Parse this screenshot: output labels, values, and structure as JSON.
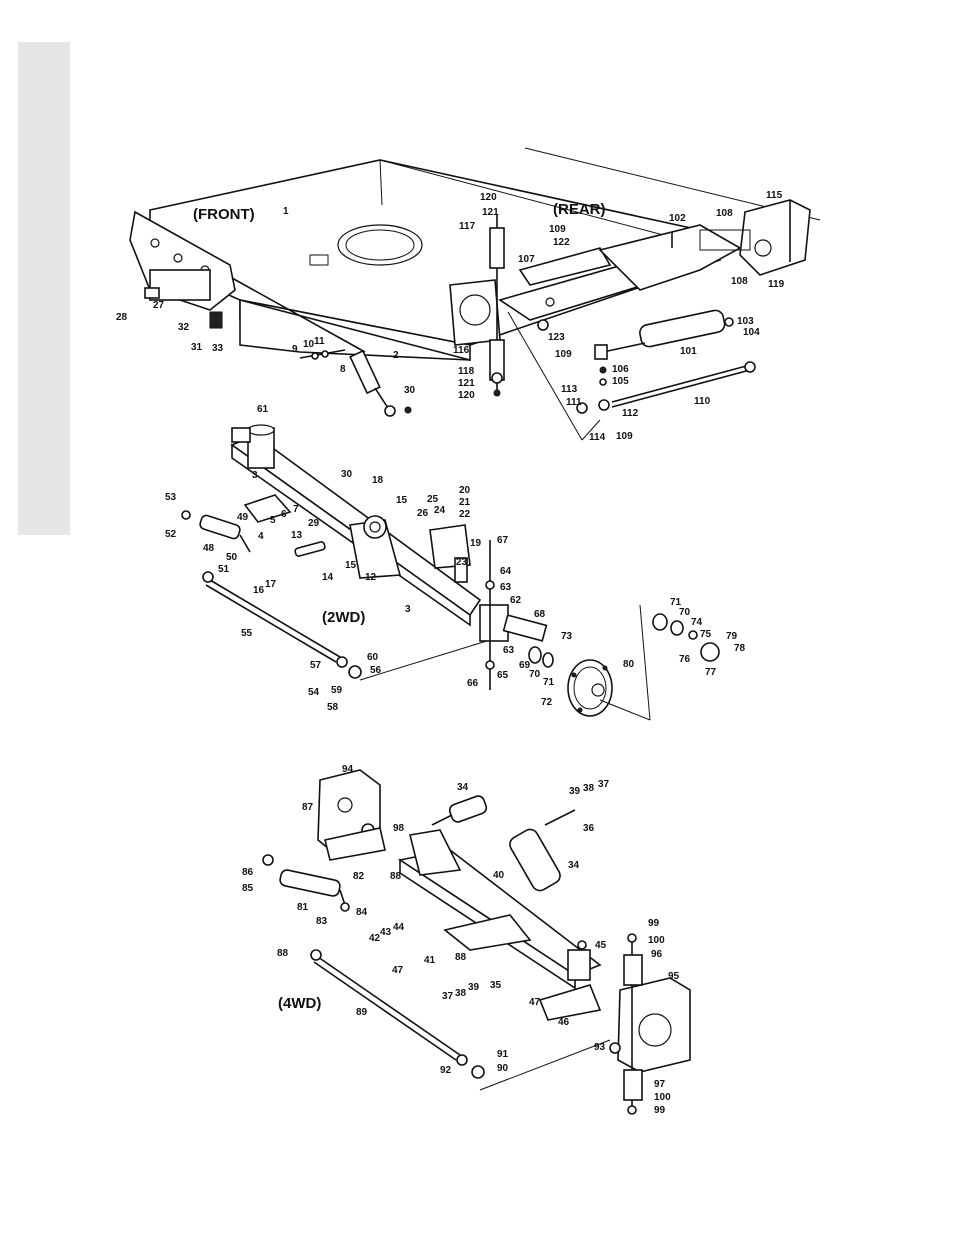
{
  "sections": {
    "front": "(FRONT)",
    "rear": "(REAR)",
    "two_wd": "(2WD)",
    "four_wd": "(4WD)"
  },
  "top_labels": [
    "1",
    "2",
    "8",
    "9",
    "10",
    "11",
    "27",
    "28",
    "30",
    "31",
    "32",
    "33",
    "101",
    "102",
    "103",
    "104",
    "105",
    "106",
    "107",
    "108",
    "108",
    "109",
    "109",
    "109",
    "110",
    "111",
    "112",
    "113",
    "114",
    "115",
    "116",
    "117",
    "118",
    "119",
    "120",
    "120",
    "121",
    "121",
    "122",
    "123"
  ],
  "mid_labels": [
    "3",
    "3",
    "4",
    "5",
    "6",
    "7",
    "12",
    "13",
    "14",
    "15",
    "15",
    "16",
    "17",
    "18",
    "19",
    "20",
    "21",
    "22",
    "23",
    "24",
    "25",
    "26",
    "29",
    "30",
    "48",
    "49",
    "50",
    "51",
    "52",
    "53",
    "54",
    "55",
    "56",
    "57",
    "58",
    "59",
    "60",
    "61",
    "62",
    "63",
    "63",
    "64",
    "65",
    "66",
    "67",
    "68",
    "69",
    "70",
    "70",
    "71",
    "71",
    "72",
    "73",
    "74",
    "75",
    "76",
    "77",
    "78",
    "79",
    "80"
  ],
  "bottom_labels": [
    "34",
    "34",
    "35",
    "36",
    "37",
    "37",
    "38",
    "38",
    "39",
    "39",
    "40",
    "41",
    "42",
    "43",
    "44",
    "45",
    "46",
    "47",
    "47",
    "81",
    "82",
    "83",
    "84",
    "85",
    "86",
    "87",
    "88",
    "88",
    "88",
    "89",
    "90",
    "91",
    "92",
    "93",
    "94",
    "95",
    "96",
    "97",
    "98",
    "99",
    "99",
    "100",
    "100"
  ]
}
